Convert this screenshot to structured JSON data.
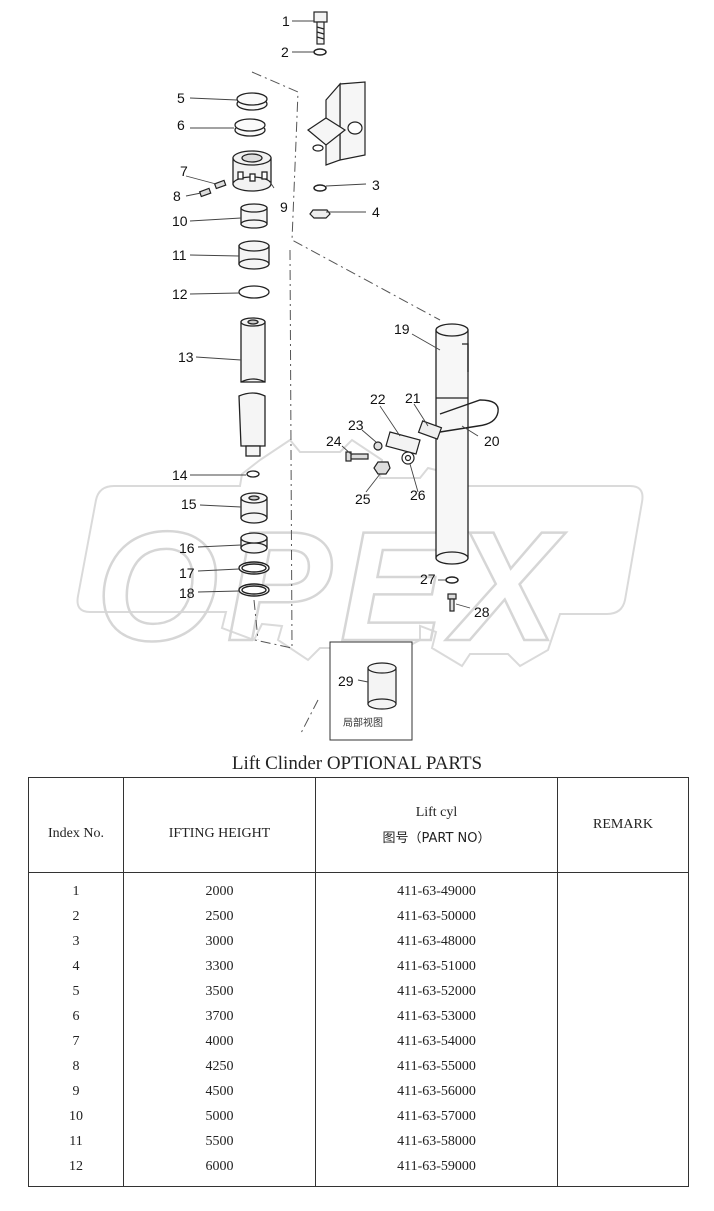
{
  "diagram": {
    "callouts": [
      "1",
      "2",
      "3",
      "4",
      "5",
      "6",
      "7",
      "8",
      "9",
      "10",
      "11",
      "12",
      "13",
      "14",
      "15",
      "16",
      "17",
      "18",
      "19",
      "20",
      "21",
      "22",
      "23",
      "24",
      "25",
      "26",
      "27",
      "28",
      "29"
    ],
    "detail_view_label": "局部视图",
    "watermark": "OPEX"
  },
  "table": {
    "title": "Lift Clinder OPTIONAL PARTS",
    "headers": {
      "index": "Index No.",
      "height": "IFTING HEIGHT",
      "part_line1": "Lift cyl",
      "part_line2": "图号（PART NO）",
      "remark": "REMARK"
    },
    "rows": [
      {
        "index": "1",
        "height": "2000",
        "part_no": "411-63-49000",
        "remark": ""
      },
      {
        "index": "2",
        "height": "2500",
        "part_no": "411-63-50000",
        "remark": ""
      },
      {
        "index": "3",
        "height": "3000",
        "part_no": "411-63-48000",
        "remark": ""
      },
      {
        "index": "4",
        "height": "3300",
        "part_no": "411-63-51000",
        "remark": ""
      },
      {
        "index": "5",
        "height": "3500",
        "part_no": "411-63-52000",
        "remark": ""
      },
      {
        "index": "6",
        "height": "3700",
        "part_no": "411-63-53000",
        "remark": ""
      },
      {
        "index": "7",
        "height": "4000",
        "part_no": "411-63-54000",
        "remark": ""
      },
      {
        "index": "8",
        "height": "4250",
        "part_no": "411-63-55000",
        "remark": ""
      },
      {
        "index": "9",
        "height": "4500",
        "part_no": "411-63-56000",
        "remark": ""
      },
      {
        "index": "10",
        "height": "5000",
        "part_no": "411-63-57000",
        "remark": ""
      },
      {
        "index": "11",
        "height": "5500",
        "part_no": "411-63-58000",
        "remark": ""
      },
      {
        "index": "12",
        "height": "6000",
        "part_no": "411-63-59000",
        "remark": ""
      }
    ]
  }
}
